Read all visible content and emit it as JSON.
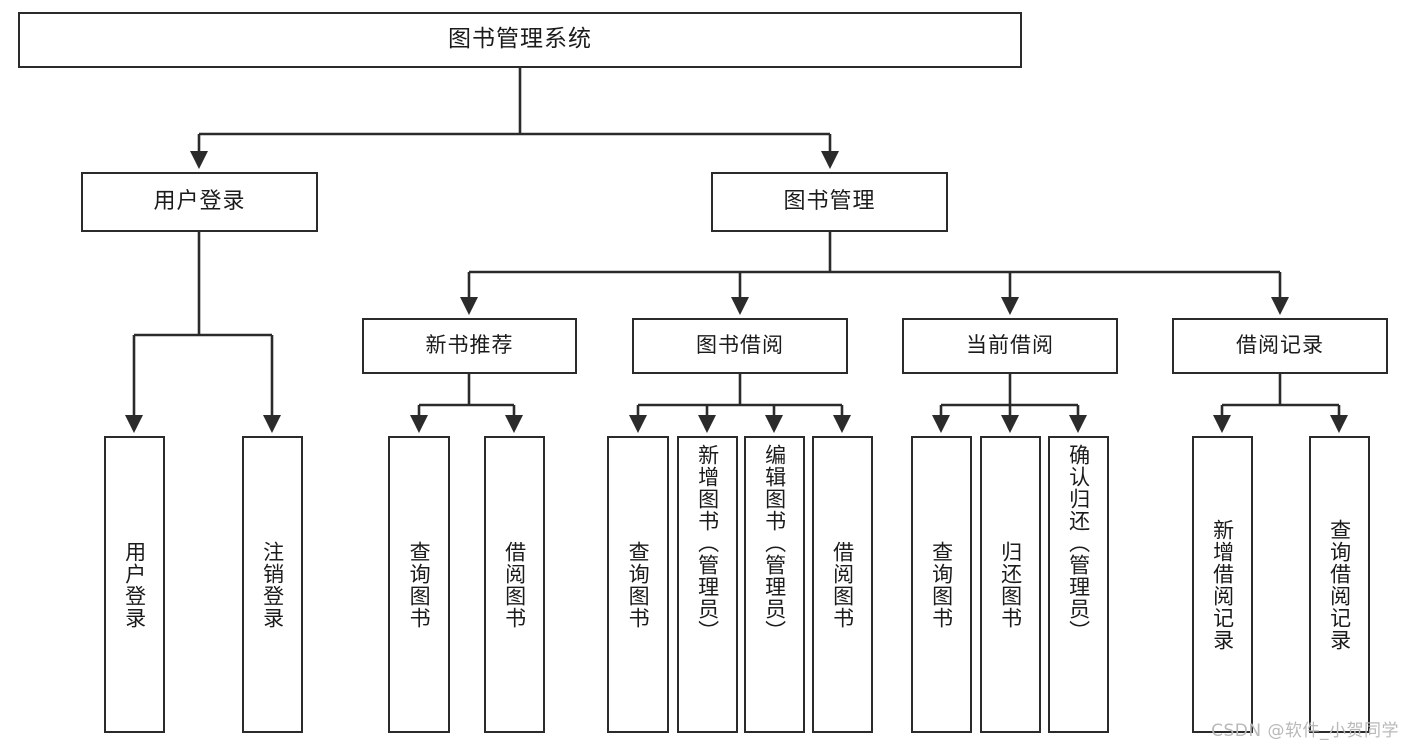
{
  "diagram": {
    "title": "图书管理系统",
    "watermark": "CSDN @软件_小贺同学",
    "stroke_color": "#2b2b2b",
    "background_color": "#ffffff",
    "watermark_color": "#b9b9b9",
    "root": {
      "label": "图书管理系统"
    },
    "level2": [
      {
        "label": "用户登录"
      },
      {
        "label": "图书管理"
      }
    ],
    "level3": [
      {
        "label": "新书推荐"
      },
      {
        "label": "图书借阅"
      },
      {
        "label": "当前借阅"
      },
      {
        "label": "借阅记录"
      }
    ],
    "leaves": {
      "user_login": [
        {
          "label": "用户登录"
        },
        {
          "label": "注销登录"
        }
      ],
      "new_book_recommend": [
        {
          "label": "查询图书"
        },
        {
          "label": "借阅图书"
        }
      ],
      "book_borrow": [
        {
          "label": "查询图书"
        },
        {
          "label": "新增图书（管理员）"
        },
        {
          "label": "编辑图书（管理员）"
        },
        {
          "label": "借阅图书"
        }
      ],
      "current_borrow": [
        {
          "label": "查询图书"
        },
        {
          "label": "归还图书"
        },
        {
          "label": "确认归还（管理员）"
        }
      ],
      "borrow_record": [
        {
          "label": "新增借阅记录"
        },
        {
          "label": "查询借阅记录"
        }
      ]
    }
  }
}
